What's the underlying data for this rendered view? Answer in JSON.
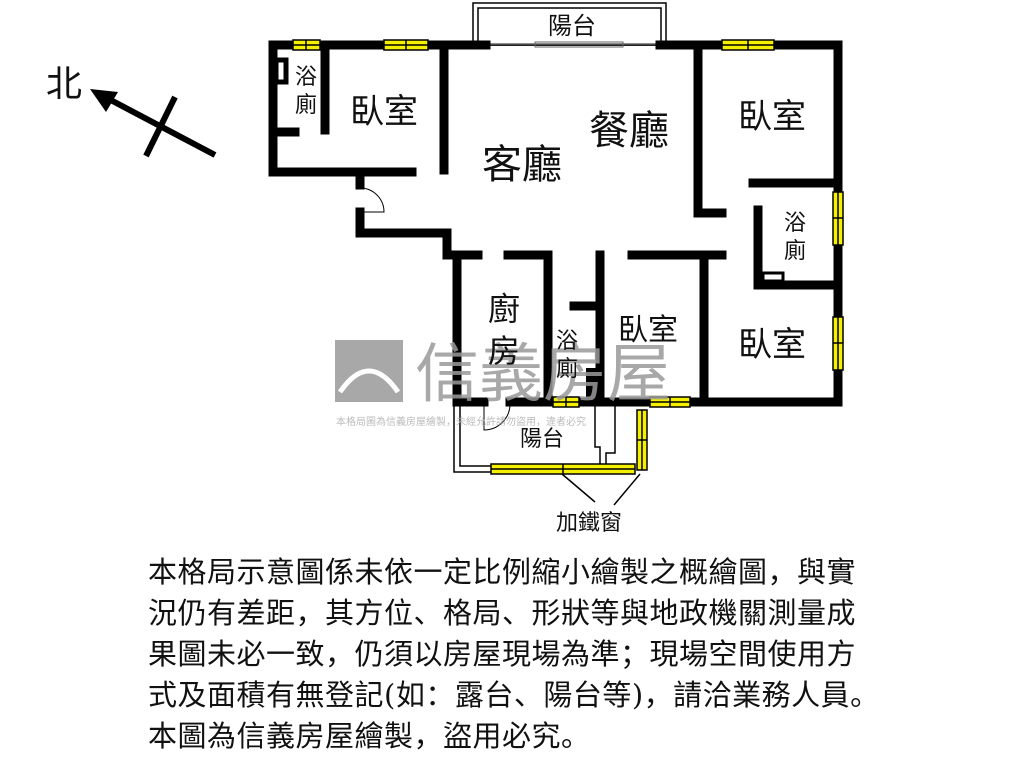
{
  "compass": {
    "label": "北",
    "icon": "north-arrow-icon"
  },
  "rooms": {
    "balcony_top": "陽台",
    "bath_nw": [
      "浴",
      "廁"
    ],
    "bedroom_nw": "臥室",
    "living_room": "客廳",
    "dining_room": "餐廳",
    "bedroom_ne": "臥室",
    "bath_e": [
      "浴",
      "廁"
    ],
    "kitchen": [
      "廚",
      "房"
    ],
    "bath_s": [
      "浴",
      "廁"
    ],
    "bedroom_s": "臥室",
    "bedroom_se": "臥室",
    "balcony_bottom": "陽台",
    "iron_window_callout": "加鐵窗"
  },
  "watermark": {
    "brand": "信義房屋",
    "notice": "本格局圖為信義房屋繪製，未經允許請勿盜用，違者必究"
  },
  "colors": {
    "wall": "#000000",
    "window": "#f5f000",
    "watermark": "#9a9a9a"
  },
  "disclaimer": [
    "本格局示意圖係未依一定比例縮小繪製之概繪圖，與實",
    "況仍有差距，其方位、格局、形狀等與地政機關測量成",
    "果圖未必一致，仍須以房屋現場為準；現場空間使用方",
    "式及面積有無登記(如：露台、陽台等)，請洽業務人員。",
    "本圖為信義房屋繪製，盜用必究。"
  ]
}
